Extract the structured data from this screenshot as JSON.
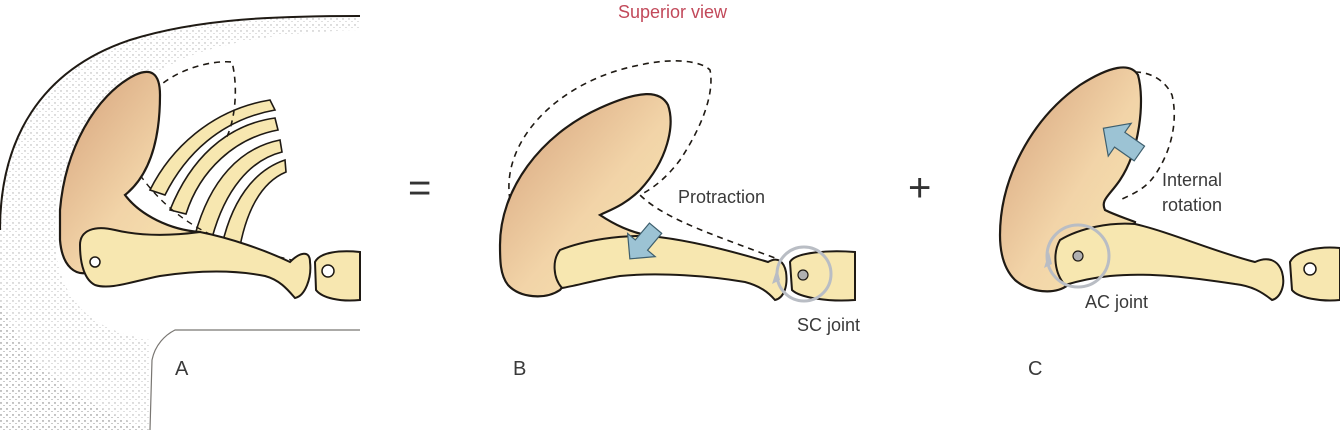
{
  "title": "Superior view",
  "colors": {
    "title": "#c2495a",
    "bone_fill": "#f7e7b0",
    "bone_shadow": "#d9a779",
    "outline": "#1f1a14",
    "skin_stipple": "#6b6b6b",
    "arrow_fill": "#9cc3d4",
    "joint_circle": "#b9bdc4"
  },
  "operators": {
    "equals": "=",
    "plus": "+"
  },
  "panels": [
    {
      "letter": "A",
      "labels": []
    },
    {
      "letter": "B",
      "labels": {
        "motion": "Protraction",
        "joint": "SC joint"
      }
    },
    {
      "letter": "C",
      "labels": {
        "motion_line1": "Internal",
        "motion_line2": "rotation",
        "joint": "AC joint"
      }
    }
  ],
  "icons": {
    "arrow_b": "protraction-arrow-icon",
    "arrow_c": "internal-rotation-arrow-icon",
    "joint_marker": "joint-circle-icon"
  }
}
